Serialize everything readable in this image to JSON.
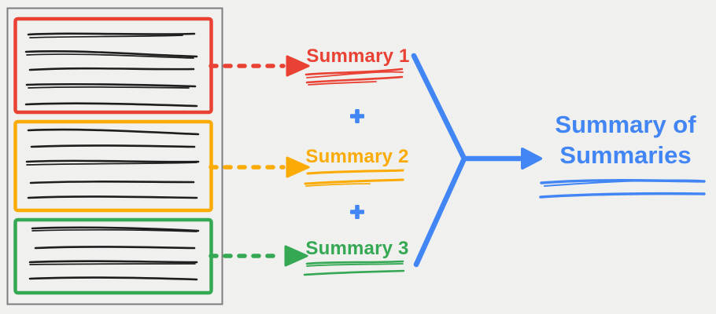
{
  "page": {
    "background": "#F0F0EE"
  },
  "document": {
    "border_color": "#7D7D7D",
    "ink_color": "#1E1E1E",
    "sections": [
      {
        "id": "section-1",
        "color": "#E94235",
        "scribble_line_count": 5
      },
      {
        "id": "section-2",
        "color": "#FBAB05",
        "scribble_line_count": 5
      },
      {
        "id": "section-3",
        "color": "#34A853",
        "scribble_line_count": 4
      }
    ]
  },
  "summaries": [
    {
      "label": "Summary 1",
      "color": "#E94235"
    },
    {
      "label": "Summary 2",
      "color": "#FBAB05"
    },
    {
      "label": "Summary 3",
      "color": "#34A853"
    }
  ],
  "plus_icon": {
    "glyph": "+",
    "color": "#4285F4"
  },
  "result": {
    "label": "Summary of Summaries",
    "color": "#4285F4"
  }
}
